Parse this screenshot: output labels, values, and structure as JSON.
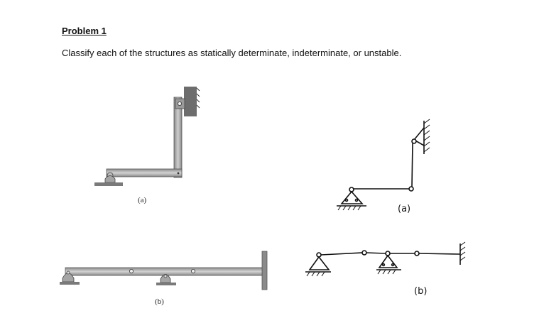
{
  "document": {
    "heading": "Problem 1",
    "prompt": "Classify each of the structures as statically determinate, indeterminate, or unstable."
  },
  "figures": {
    "a_printed_label": "(a)",
    "a_sketch_label": "(a)",
    "b_printed_label": "(b)",
    "b_sketch_label": "(b)"
  }
}
